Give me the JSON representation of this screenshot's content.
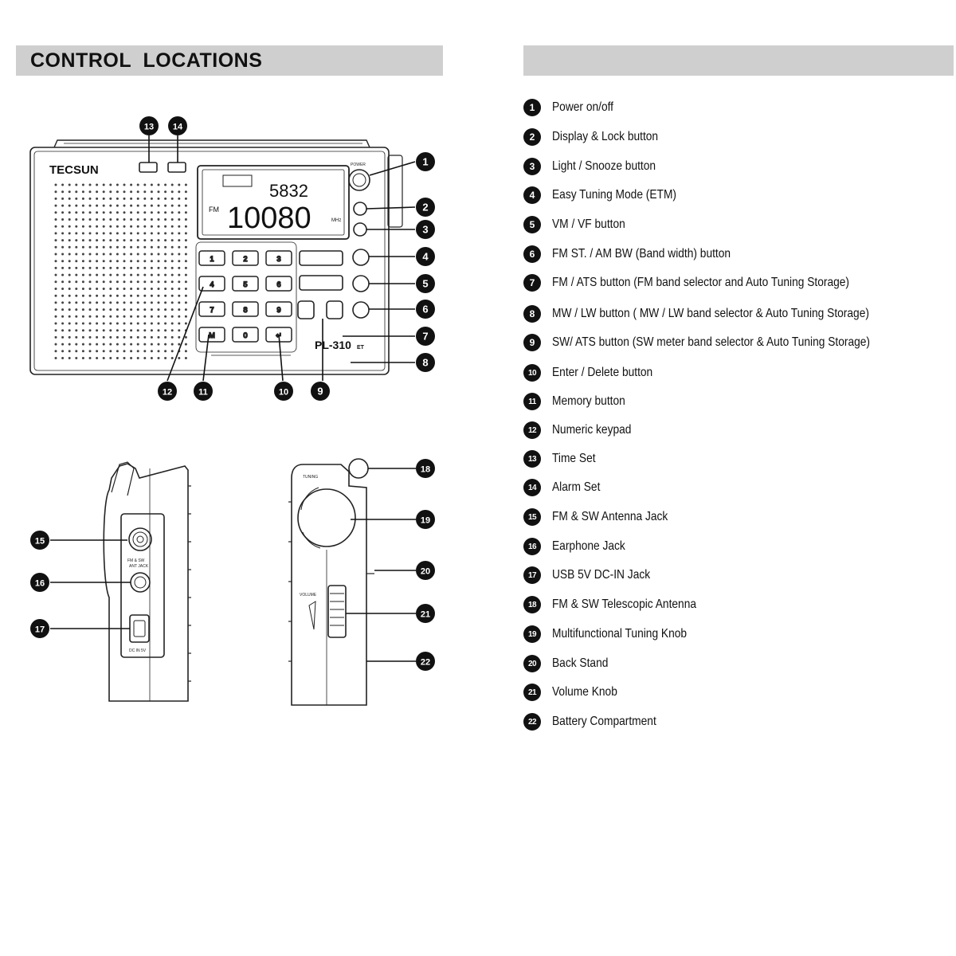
{
  "header": {
    "title": "CONTROL  LOCATIONS",
    "right_title": ""
  },
  "radio": {
    "brand": "TECSUN",
    "model": "PL-310",
    "model_suffix": "ET",
    "display_small": "5832",
    "display_big": "10080",
    "display_band": "FM",
    "display_unit": "MHz",
    "label_power": "POWER",
    "label_volume": "VOLUME",
    "label_tuning": "TUNING",
    "label_dc_in": "DC IN 5V",
    "label_fm_sw": "FM & SW",
    "label_ant_jack": "ANT JACK",
    "keypad": [
      "1",
      "2",
      "3",
      "4",
      "5",
      "6",
      "7",
      "8",
      "9",
      "M",
      "0",
      "↵"
    ]
  },
  "legend": [
    {
      "n": "1",
      "text": "Power on/off"
    },
    {
      "n": "2",
      "text": "Display & Lock button"
    },
    {
      "n": "3",
      "text": "Light / Snooze button"
    },
    {
      "n": "4",
      "text": "Easy Tuning Mode (ETM)"
    },
    {
      "n": "5",
      "text": "VM / VF button"
    },
    {
      "n": "6",
      "text": "FM ST.  / AM BW (Band width) button"
    },
    {
      "n": "7",
      "text": "FM / ATS button (FM band selector and Auto Tuning Storage)"
    },
    {
      "n": "8",
      "text": "MW / LW button ( MW / LW band selector & Auto Tuning Storage)"
    },
    {
      "n": "9",
      "text": "SW/ ATS button (SW meter band selector & Auto Tuning Storage)"
    },
    {
      "n": "10",
      "text": "Enter / Delete button"
    },
    {
      "n": "11",
      "text": "Memory button"
    },
    {
      "n": "12",
      "text": "Numeric keypad"
    },
    {
      "n": "13",
      "text": "Time Set"
    },
    {
      "n": "14",
      "text": "Alarm Set"
    },
    {
      "n": "15",
      "text": "FM & SW Antenna Jack"
    },
    {
      "n": "16",
      "text": "Earphone Jack"
    },
    {
      "n": "17",
      "text": "USB 5V DC-IN Jack"
    },
    {
      "n": "18",
      "text": "FM & SW Telescopic Antenna"
    },
    {
      "n": "19",
      "text": "Multifunctional Tuning Knob"
    },
    {
      "n": "20",
      "text": "Back Stand"
    },
    {
      "n": "21",
      "text": "Volume Knob"
    },
    {
      "n": "22",
      "text": "Battery Compartment"
    }
  ]
}
